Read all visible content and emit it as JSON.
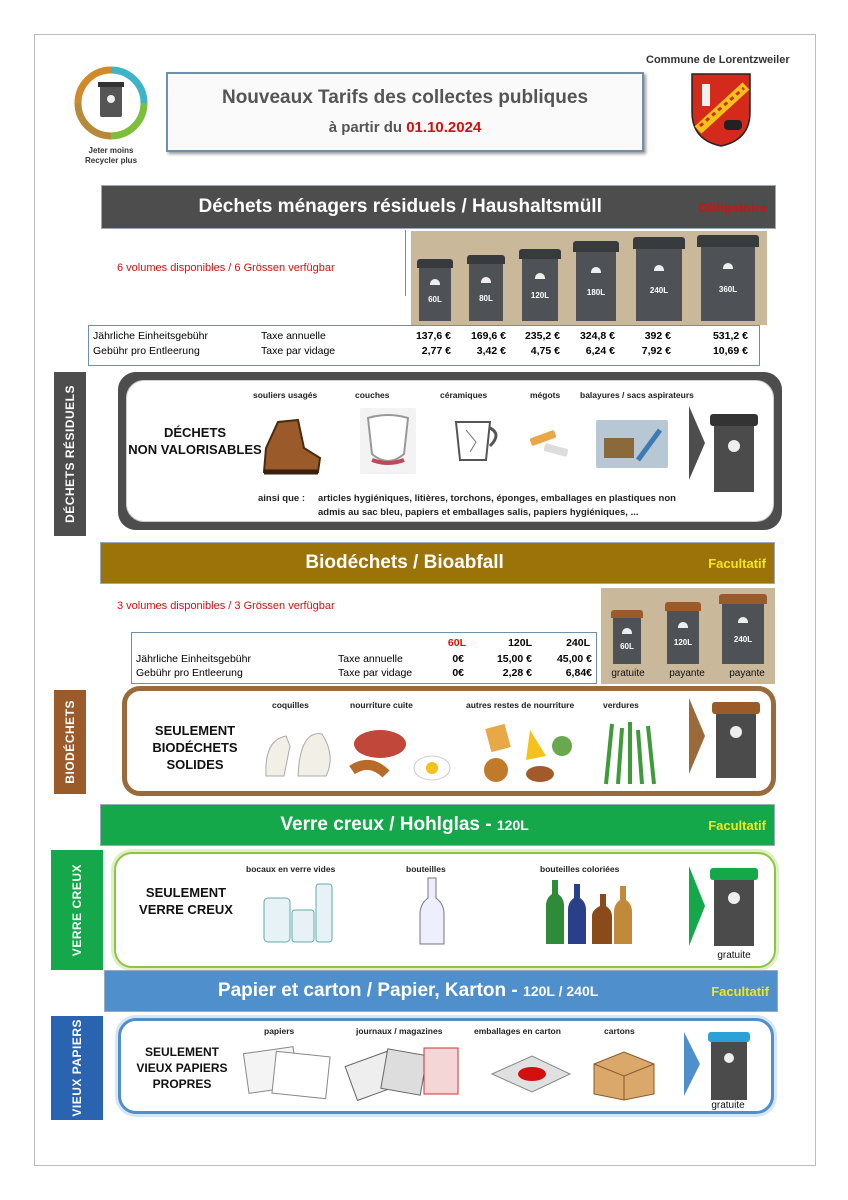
{
  "header": {
    "title": "Nouveaux Tarifs des collectes publiques",
    "subtitle_prefix": "à partir du",
    "date": "01.10.2024",
    "commune": "Commune de Lorentzweiler",
    "logo_line1": "Jeter moins",
    "logo_line2": "Recycler plus"
  },
  "colors": {
    "residual": "#4d4d4d",
    "bio": "#9b7308",
    "glass": "#15a84a",
    "paper": "#4f8fcc",
    "warn": "#d21010",
    "optional": "#f3e61a"
  },
  "residual": {
    "banner_title": "Déchets ménagers résiduels / Haushaltsmüll",
    "banner_tag": "Obligatoire",
    "volumes_note": "6 volumes disponibles / 6 Grössen verfügbar",
    "bins": [
      "60L",
      "80L",
      "120L",
      "180L",
      "240L",
      "360L"
    ],
    "row1_de": "Jährliche Einheitsgebühr",
    "row1_fr": "Taxe annuelle",
    "row1_values": [
      "137,6 €",
      "169,6 €",
      "235,2 €",
      "324,8 €",
      "392 €",
      "531,2 €"
    ],
    "row2_de": "Gebühr pro Entleerung",
    "row2_fr": "Taxe  par vidage",
    "row2_values": [
      "2,77 €",
      "3,42 €",
      "4,75 €",
      "6,24 €",
      "7,92 €",
      "10,69 €"
    ],
    "side_label": "DÉCHETS RÉSIDUELS",
    "panel_label_1": "DÉCHETS",
    "panel_label_2": "NON VALORISABLES",
    "items": [
      "souliers usagés",
      "couches",
      "céramiques",
      "mégots",
      "balayures / sacs aspirateurs"
    ],
    "also_prefix": "ainsi que :",
    "also_line1": "articles hygiéniques, litières, torchons, éponges, emballages en plastiques non",
    "also_line2": "admis au sac bleu, papiers et emballages salis, papiers hygiéniques, ..."
  },
  "bio": {
    "banner_title": "Biodéchets / Bioabfall",
    "banner_tag": "Facultatif",
    "volumes_note": "3 volumes disponibles / 3 Grössen verfügbar",
    "headers": [
      "60L",
      "120L",
      "240L"
    ],
    "row1_de": "Jährliche Einheitsgebühr",
    "row1_fr": "Taxe annuelle",
    "row1_values": [
      "0€",
      "15,00 €",
      "45,00 €"
    ],
    "row2_de": "Gebühr pro Entleerung",
    "row2_fr": "Taxe par vidage",
    "row2_values": [
      "0€",
      "2,28 €",
      "6,84€"
    ],
    "bins": [
      "60L",
      "120L",
      "240L"
    ],
    "bin_notes": [
      "gratuite",
      "payante",
      "payante"
    ],
    "side_label": "BIODÉCHETS",
    "panel_label_1": "SEULEMENT",
    "panel_label_2": "BIODÉCHETS",
    "panel_label_3": "SOLIDES",
    "items": [
      "coquilles",
      "nourriture cuite",
      "autres restes de nourriture",
      "verdures"
    ]
  },
  "glass": {
    "banner_title": "Verre creux / Hohlglas -",
    "banner_size": "120L",
    "banner_tag": "Facultatif",
    "side_label": "VERRE CREUX",
    "panel_label_1": "SEULEMENT",
    "panel_label_2": "VERRE CREUX",
    "items": [
      "bocaux en verre vides",
      "bouteilles",
      "bouteilles coloriées"
    ],
    "bin_note": "gratuite"
  },
  "paper": {
    "banner_title": "Papier et carton / Papier, Karton -",
    "banner_size": "120L / 240L",
    "banner_tag": "Facultatif",
    "side_label": "VIEUX PAPIERS",
    "panel_label_1": "SEULEMENT",
    "panel_label_2": "VIEUX PAPIERS",
    "panel_label_3": "PROPRES",
    "items": [
      "papiers",
      "journaux / magazines",
      "emballages en carton",
      "cartons"
    ],
    "bin_note": "gratuite"
  }
}
